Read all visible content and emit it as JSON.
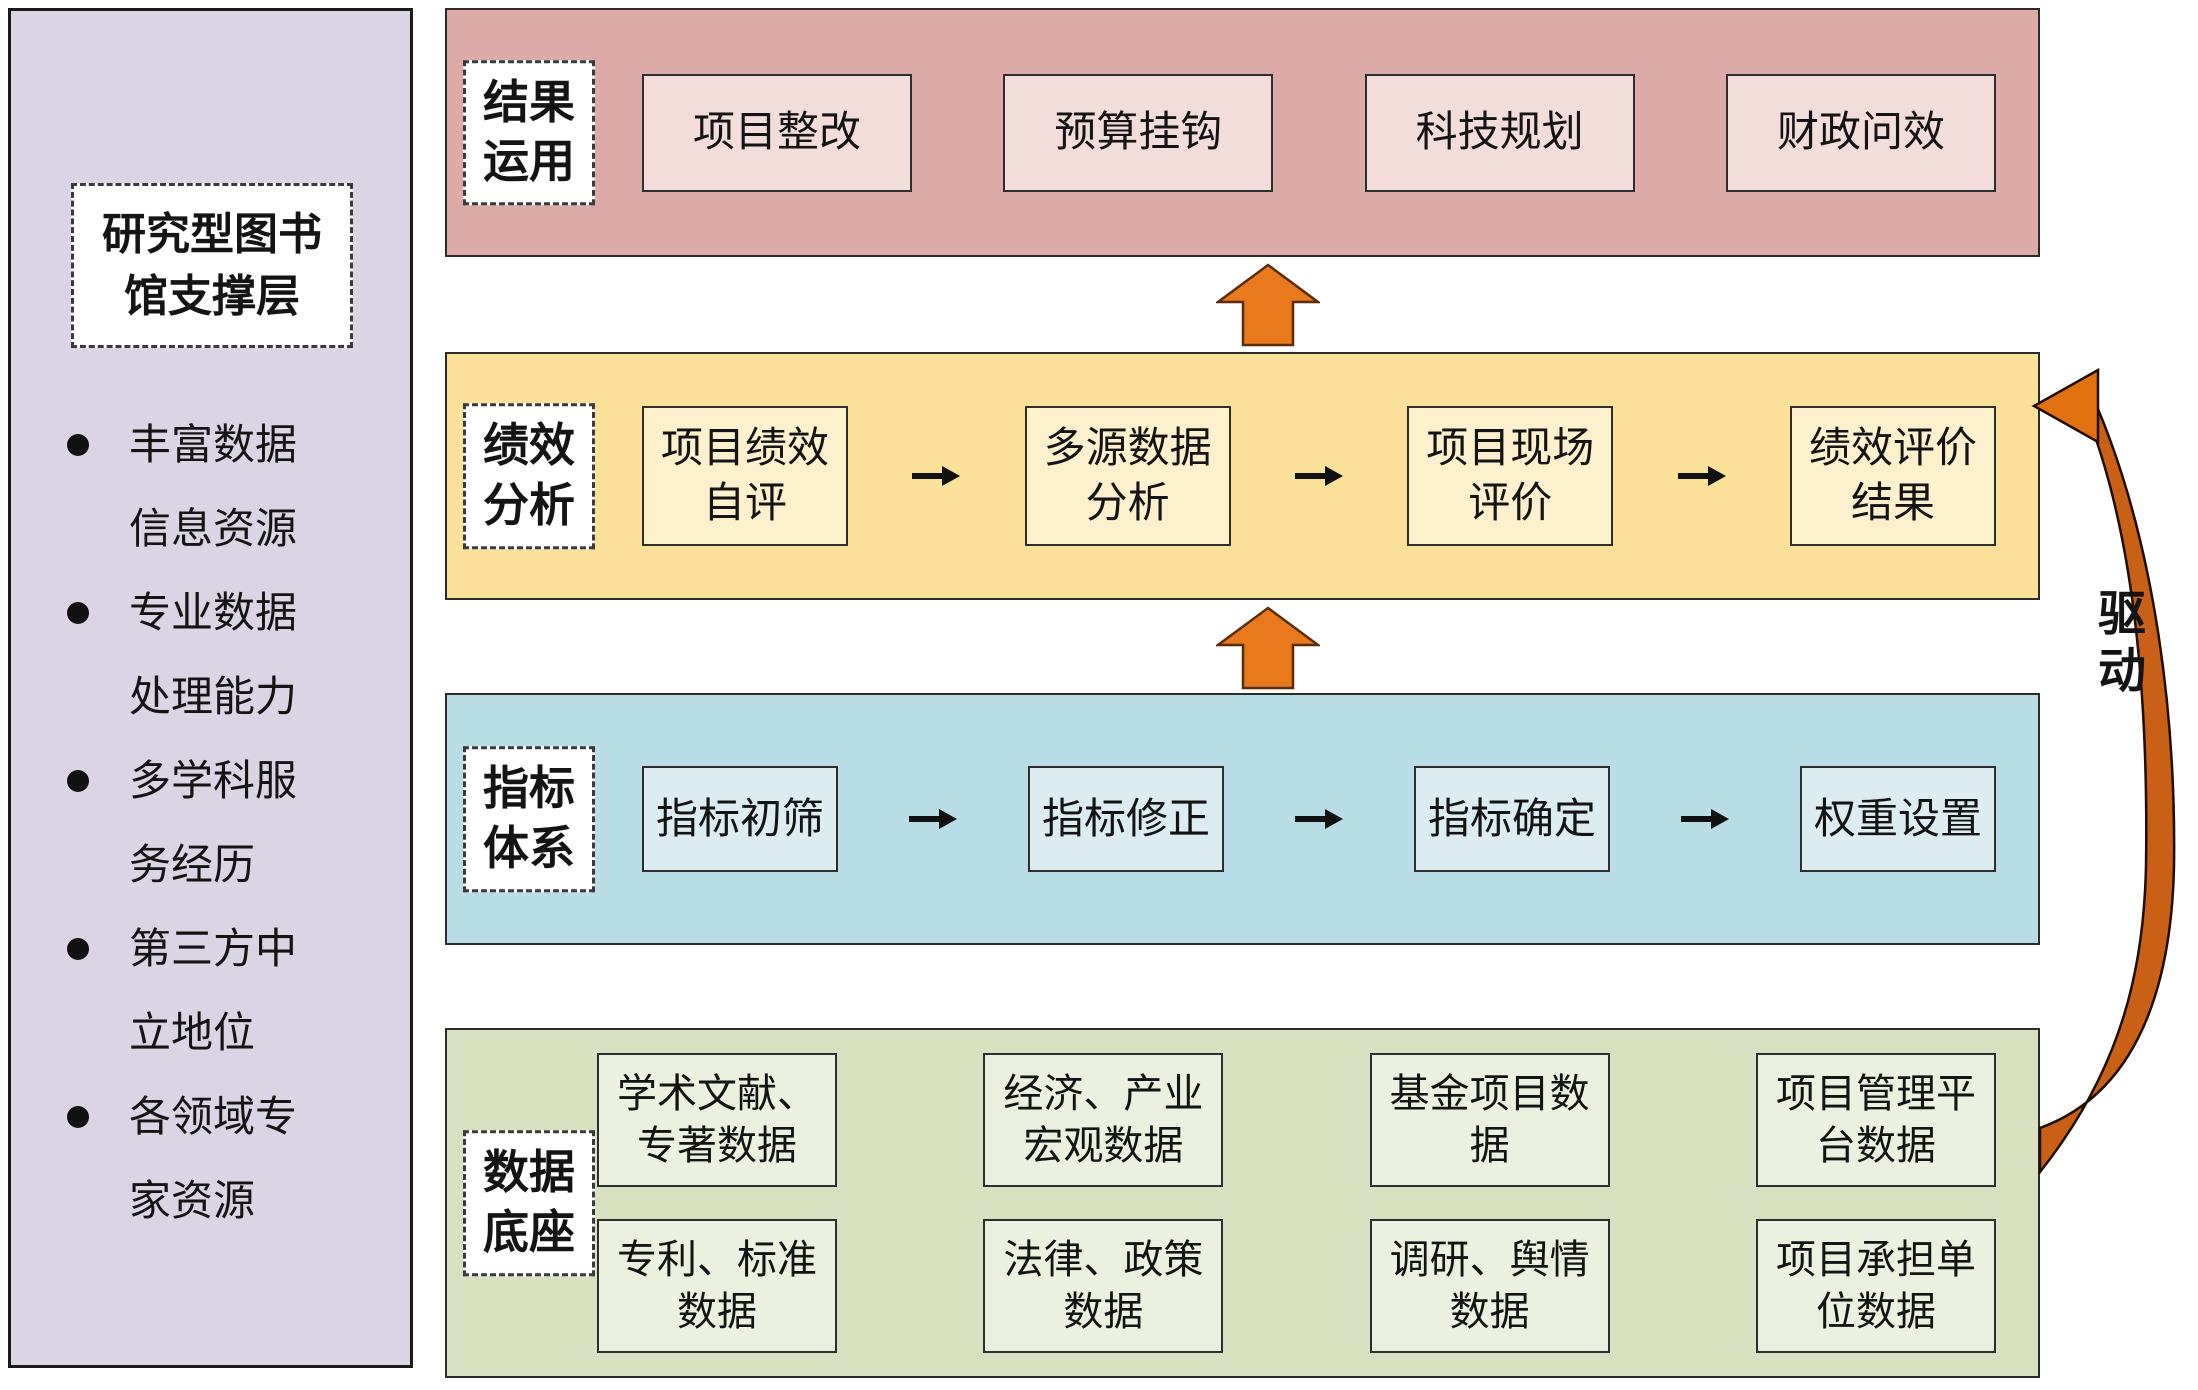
{
  "sidebar": {
    "title": "研究型图书馆支撑层",
    "bullets": [
      "丰富数据信息资源",
      "专业数据处理能力",
      "多学科服务经历",
      "第三方中立地位",
      "各领域专家资源"
    ]
  },
  "bands": {
    "result": {
      "label": "结果运用",
      "boxes": [
        "项目整改",
        "预算挂钩",
        "科技规划",
        "财政问效"
      ]
    },
    "performance": {
      "label": "绩效分析",
      "boxes": [
        "项目绩效自评",
        "多源数据分析",
        "项目现场评价",
        "绩效评价结果"
      ]
    },
    "indicator": {
      "label": "指标体系",
      "boxes": [
        "指标初筛",
        "指标修正",
        "指标确定",
        "权重设置"
      ]
    },
    "data_base": {
      "label": "数据底座",
      "row1": [
        "学术文献、专著数据",
        "经济、产业宏观数据",
        "基金项目数据",
        "项目管理平台数据"
      ],
      "row2": [
        "专利、标准数据",
        "法律、政策数据",
        "调研、舆情数据",
        "项目承担单位数据"
      ]
    }
  },
  "drive": {
    "label": "驱动"
  },
  "colors": {
    "sidebar_bg": "#dad4e4",
    "result_band_bg": "#dcaba6",
    "result_box_bg": "#f2ddda",
    "performance_band_bg": "#fbe09a",
    "performance_box_bg": "#fdf0cd",
    "indicator_band_bg": "#b9dde6",
    "indicator_box_bg": "#dcedf2",
    "data_band_bg": "#d7e0bf",
    "data_box_bg": "#ecf1df",
    "up_arrow_orange": "#e8791d",
    "drive_arrow_orange": "#c96016",
    "flow_arrow_black": "#111111"
  }
}
